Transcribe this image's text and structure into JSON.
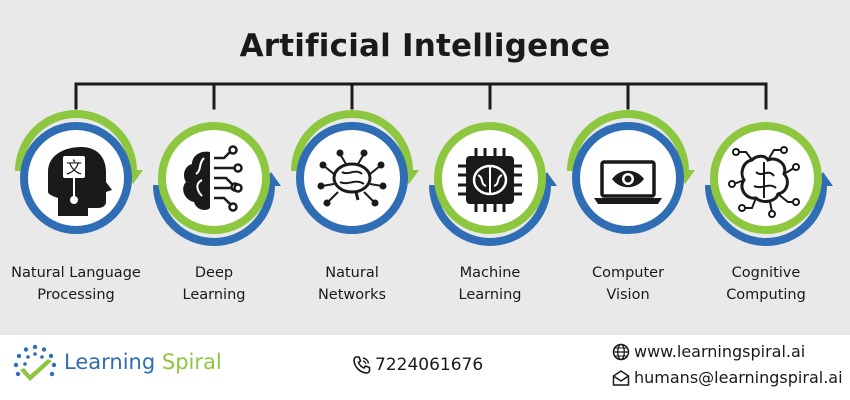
{
  "title": "Artificial Intelligence",
  "items": [
    {
      "line1": "Natural Language",
      "line2": "Processing",
      "icon": "head-language-icon"
    },
    {
      "line1": "Deep",
      "line2": "Learning",
      "icon": "brain-circuit-icon"
    },
    {
      "line1": "Natural",
      "line2": "Networks",
      "icon": "brain-network-icon"
    },
    {
      "line1": "Machine",
      "line2": "Learning",
      "icon": "brain-chip-icon"
    },
    {
      "line1": "Computer",
      "line2": "Vision",
      "icon": "laptop-eye-icon"
    },
    {
      "line1": "Cognitive",
      "line2": "Computing",
      "icon": "brain-nodes-icon"
    }
  ],
  "colors": {
    "green": "#8dc63f",
    "blue": "#2f6db5",
    "dark": "#1a1a1a",
    "panel": "#e9e9e9"
  },
  "footer": {
    "brand_word1": "Learning",
    "brand_word2": "Spiral",
    "phone": "7224061676",
    "website": "www.learningspiral.ai",
    "email": "humans@learningspiral.ai"
  }
}
